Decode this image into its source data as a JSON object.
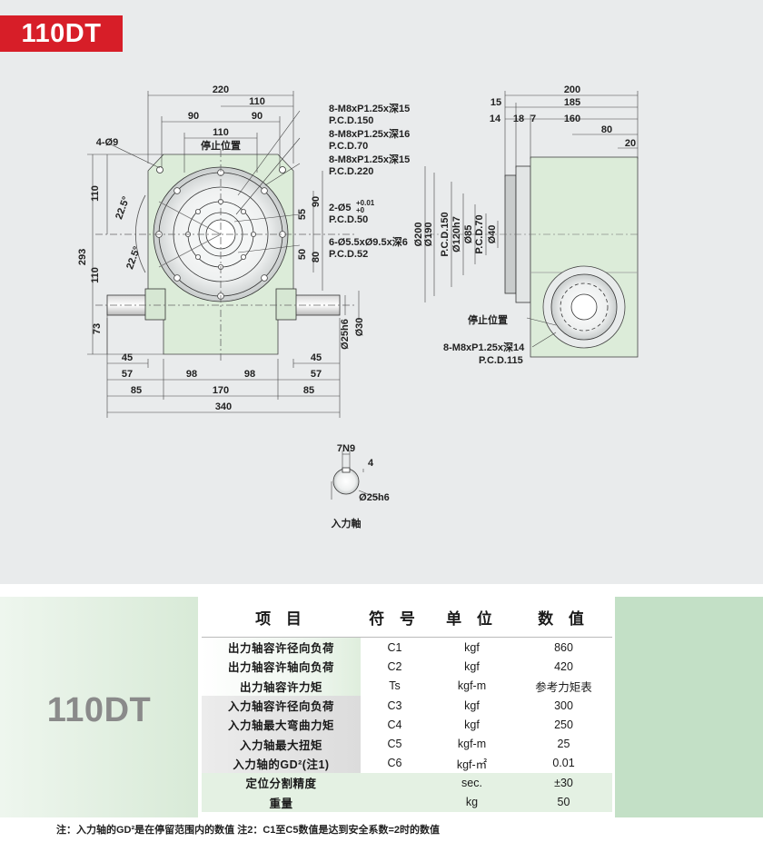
{
  "header": {
    "model": "110DT"
  },
  "drawing": {
    "front": {
      "top_dims": [
        "220",
        "110",
        "90",
        "90",
        "110"
      ],
      "stop_label": "停止位置",
      "hole_label": "4-Ø9",
      "callouts": [
        "8-M8xP1.25x深15",
        "P.C.D.150",
        "8-M8xP1.25x深16",
        "P.C.D.70",
        "8-M8xP1.25x深15",
        "P.C.D.220",
        "2-Ø5",
        "+0.01",
        "+0",
        "P.C.D.50",
        "6-Ø5.5xØ9.5x深6",
        "P.C.D.52"
      ],
      "right_dims": [
        "55",
        "90",
        "50",
        "80",
        "Ø25h6",
        "Ø30"
      ],
      "left_dims": [
        "110",
        "110",
        "293",
        "73",
        "22.5°",
        "22.5°"
      ],
      "bottom_dims": [
        "45",
        "45",
        "57",
        "57",
        "98",
        "98",
        "85",
        "170",
        "85",
        "340"
      ]
    },
    "side": {
      "top_dims": [
        "200",
        "15",
        "185",
        "14",
        "18",
        "7",
        "160",
        "80",
        "20"
      ],
      "vert_dims": [
        "Ø200",
        "Ø190",
        "P.C.D.150",
        "Ø120h7",
        "Ø85",
        "P.C.D.70",
        "Ø40"
      ],
      "stop_label": "停止位置",
      "callouts": [
        "8-M8xP1.25x深14",
        "P.C.D.115"
      ]
    },
    "shaft": {
      "dims": [
        "7N9",
        "4",
        "Ø25h6"
      ],
      "caption": "入力軸"
    }
  },
  "specs": {
    "model_label": "110DT",
    "headers": [
      "项 目",
      "符 号",
      "单 位",
      "数 值"
    ],
    "rows": [
      {
        "item": "出力轴容许径向负荷",
        "symbol": "C1",
        "unit": "kgf",
        "value": "860"
      },
      {
        "item": "出力轴容许轴向负荷",
        "symbol": "C2",
        "unit": "kgf",
        "value": "420"
      },
      {
        "item": "出力轴容许力矩",
        "symbol": "Ts",
        "unit": "kgf-m",
        "value": "参考力矩表"
      },
      {
        "item": "入力轴容许径向负荷",
        "symbol": "C3",
        "unit": "kgf",
        "value": "300"
      },
      {
        "item": "入力轴最大弯曲力矩",
        "symbol": "C4",
        "unit": "kgf",
        "value": "250"
      },
      {
        "item": "入力轴最大扭矩",
        "symbol": "C5",
        "unit": "kgf-m",
        "value": "25"
      },
      {
        "item": "入力轴的GD²(注1)",
        "symbol": "C6",
        "unit": "kgf-㎡",
        "value": "0.01"
      },
      {
        "item": "定位分割精度",
        "symbol": "",
        "unit": "sec.",
        "value": "±30"
      },
      {
        "item": "重量",
        "symbol": "",
        "unit": "kg",
        "value": "50"
      }
    ]
  },
  "note": "注：入力轴的GD²是在停留范围内的数值  注2：C1至C5数值是达到安全系数=2时的数值"
}
